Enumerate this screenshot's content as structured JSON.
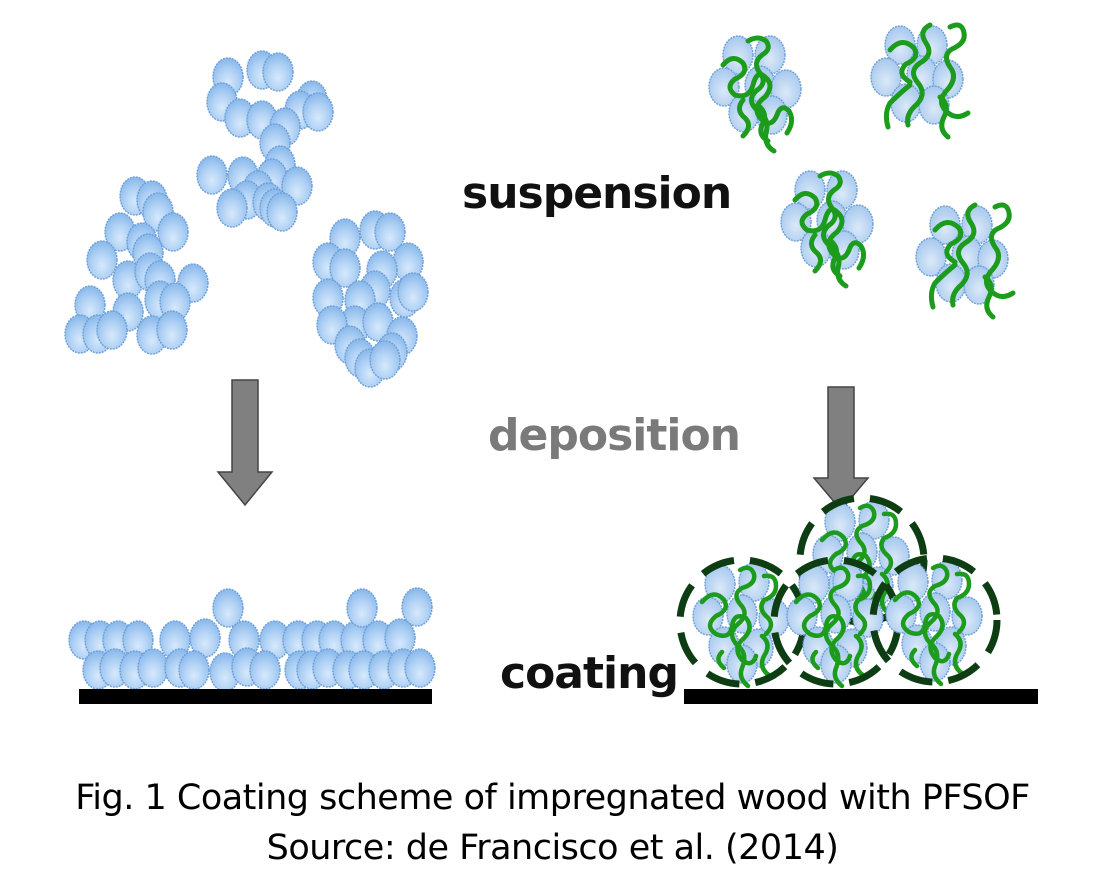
{
  "figure": {
    "labels": {
      "suspension": "suspension",
      "deposition": "deposition",
      "coating": "coating"
    },
    "caption": {
      "line1": "Fig. 1 Coating scheme of impregnated wood with PFSOF",
      "line2": "Source: de Francisco et al. (2014)"
    },
    "panels": {
      "left": "uncoated nanoparticle clusters",
      "right": "polymer-coated nanoparticle clusters"
    },
    "colors": {
      "particle_fill": "#a9cdf3",
      "particle_edge": "#6d9fd6",
      "polymer_chain": "#1c9b1c",
      "shell_dash": "#0e3d14",
      "arrow": "#808080",
      "substrate": "#000000",
      "deposition_text": "#7a7a7a"
    }
  }
}
